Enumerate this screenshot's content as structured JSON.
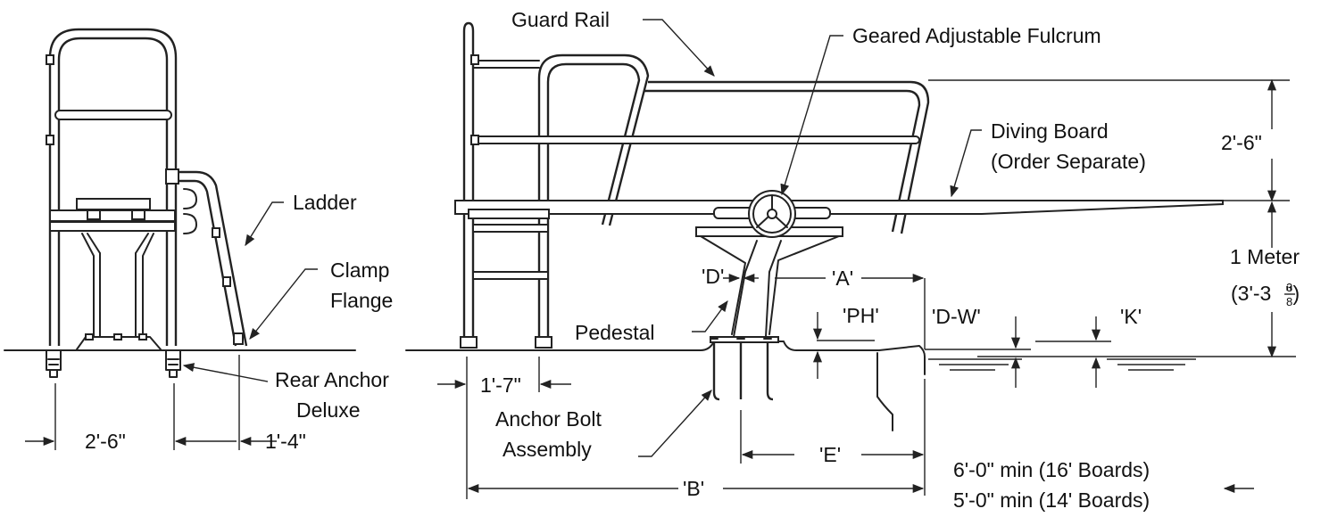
{
  "labels": {
    "guard_rail": "Guard Rail",
    "fulcrum": "Geared Adjustable Fulcrum",
    "diving_board_1": "Diving Board",
    "diving_board_2": "(Order Separate)",
    "ladder": "Ladder",
    "clamp_1": "Clamp",
    "clamp_2": "Flange",
    "rear_anchor_1": "Rear Anchor",
    "rear_anchor_2": "Deluxe",
    "pedestal": "Pedestal",
    "anchor_bolt_1": "Anchor Bolt",
    "anchor_bolt_2": "Assembly"
  },
  "dimensions": {
    "rail_height": "2'-6\"",
    "meter": "1 Meter",
    "meter_imperial_open": "(3'-3",
    "meter_frac_num": "3",
    "meter_frac_den": "8",
    "meter_imperial_close": "\")",
    "d": "'D'",
    "a": "'A'",
    "ph": "'PH'",
    "dw": "'D-W'",
    "k": "'K'",
    "e": "'E'",
    "b": "'B'",
    "offset": "1'-7\"",
    "front_width": "2'-6\"",
    "ladder_offset": "1'-4\"",
    "min_16": "6'-0\" min (16' Boards)",
    "min_14": "5'-0\" min (14' Boards)"
  },
  "colors": {
    "line": "#222222",
    "background": "#ffffff"
  }
}
